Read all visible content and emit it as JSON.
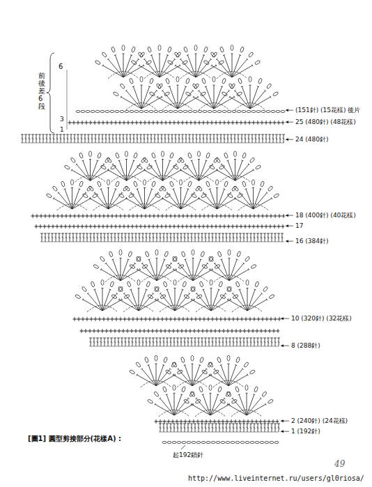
{
  "diagram": {
    "labels": [
      "6",
      "3",
      "1",
      "前後差6段",
      "(151針) (15花樣) 後片",
      "25 (480針) (48花樣)",
      "24 (480針)",
      "18 (400針) (40花樣)",
      "17",
      "16 (384針)",
      "10 (320針) (32花樣)",
      "8 (288針)",
      "2 (240針) (24花樣)",
      "1 (192針)",
      "[圖1] 圓型剪接部分(花樣A) :",
      "起192鎖針",
      "49",
      "http://www.liveinternet.ru/users/gl0riosa/"
    ]
  }
}
